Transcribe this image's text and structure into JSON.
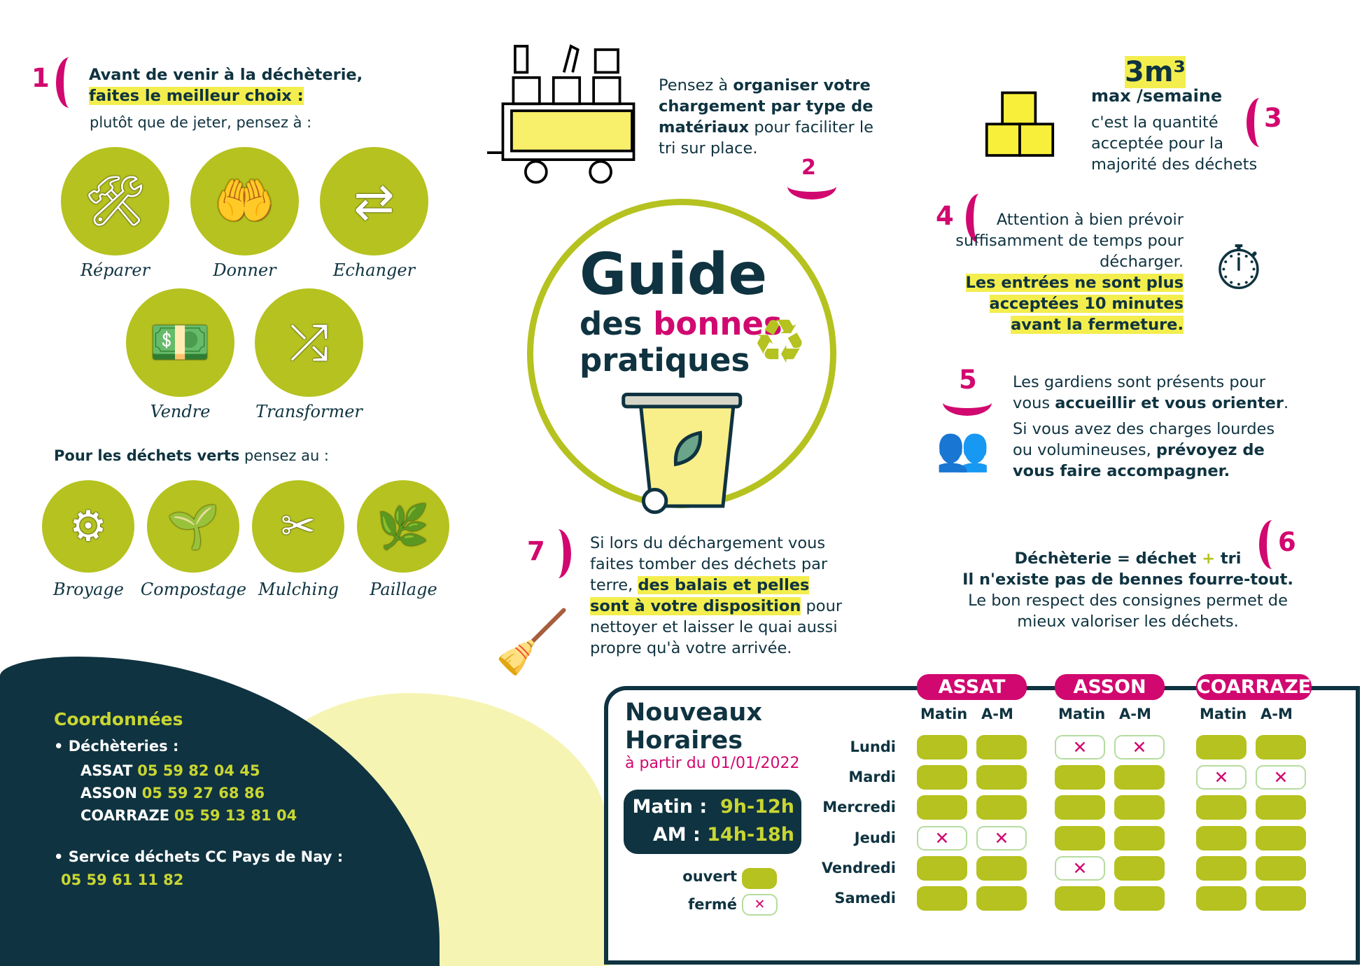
{
  "section1": {
    "number": "1",
    "title_line1": "Avant de venir à la déchèterie,",
    "title_line2": "faites le meilleur choix :",
    "subtitle": "plutôt que de jeter, pensez à  :",
    "options": [
      {
        "label": "Réparer",
        "icon": "tools-icon",
        "glyph": "🛠"
      },
      {
        "label": "Donner",
        "icon": "giving-hands-icon",
        "glyph": "🤲"
      },
      {
        "label": "Echanger",
        "icon": "exchange-icon",
        "glyph": "⇄"
      },
      {
        "label": "Vendre",
        "icon": "sell-money-icon",
        "glyph": "💵"
      },
      {
        "label": "Transformer",
        "icon": "transform-icon",
        "glyph": "⤮"
      }
    ]
  },
  "green_waste": {
    "title_bold": "Pour les déchets verts",
    "title_rest": " pensez au :",
    "options": [
      {
        "label": "Broyage",
        "icon": "shredder-icon",
        "glyph": "⚙"
      },
      {
        "label": "Compostage",
        "icon": "compost-bin-icon",
        "glyph": "🌱"
      },
      {
        "label": "Mulching",
        "icon": "lawn-mower-icon",
        "glyph": "✂"
      },
      {
        "label": "Paillage",
        "icon": "plant-icon",
        "glyph": "🌿"
      }
    ]
  },
  "section2": {
    "number": "2",
    "t1": "Pensez à ",
    "b1": "organiser votre chargement par type de matériaux",
    "t2": " pour faciliter le tri sur place."
  },
  "section3": {
    "number": "3",
    "big": "3m³",
    "bold": "max /semaine",
    "text": "c'est la quantité acceptée pour la majorité des déchets"
  },
  "section4": {
    "number": "4",
    "text": "Attention à bien prévoir suffisamment de temps pour décharger.",
    "highlight": "Les entrées ne sont plus acceptées 10 minutes avant la fermeture."
  },
  "section5": {
    "number": "5",
    "t1": "Les gardiens sont présents pour vous ",
    "b1": "accueillir et vous orienter",
    ".": ".",
    "t2": "Si vous avez des charges lourdes ou volumineuses, ",
    "b2": "prévoyez de vous faire accompagner."
  },
  "section6": {
    "number": "6",
    "title_a": "Déchèterie = déchet ",
    "plus": "+",
    "title_b": " tri",
    "bold": "Il n'existe pas de bennes fourre-tout.",
    "text": "Le bon respect des consignes permet de mieux valoriser les déchets."
  },
  "section7": {
    "number": "7",
    "t1": "Si lors du déchargement vous faites tomber des déchets par terre, ",
    "hl": "des balais et pelles sont à votre disposition",
    "t2": " pour nettoyer et laisser le quai aussi propre qu'à votre arrivée."
  },
  "guide": {
    "line1": "Guide",
    "des": "des ",
    "bonnes": "bonnes",
    "pratiques": "pratiques"
  },
  "contacts": {
    "title": "Coordonnées",
    "dech_label": "• Déchèteries :",
    "sites": [
      {
        "name": "ASSAT",
        "phone": "05 59 82 04 45"
      },
      {
        "name": "ASSON",
        "phone": "05 59 27 68 86"
      },
      {
        "name": "COARRAZE",
        "phone": "05 59 13 81 04"
      }
    ],
    "service_label": "• Service déchets CC Pays de Nay :",
    "service_phone": "05 59 61 11 82"
  },
  "schedule": {
    "title1": "Nouveaux",
    "title2": "Horaires",
    "since": "à partir du 01/01/2022",
    "matin_label": "Matin :",
    "matin_hours": "9h-12h",
    "am_label": "AM :",
    "am_hours": "14h-18h",
    "legend_open": "ouvert",
    "legend_closed": "fermé",
    "closed_mark": "✕",
    "sites": [
      "ASSAT",
      "ASSON",
      "COARRAZE"
    ],
    "cols": [
      "Matin",
      "A-M"
    ],
    "days": [
      "Lundi",
      "Mardi",
      "Mercredi",
      "Jeudi",
      "Vendredi",
      "Samedi"
    ],
    "open": [
      [
        [
          1,
          1
        ],
        [
          0,
          0
        ],
        [
          1,
          1
        ]
      ],
      [
        [
          1,
          1
        ],
        [
          1,
          1
        ],
        [
          0,
          0
        ]
      ],
      [
        [
          1,
          1
        ],
        [
          1,
          1
        ],
        [
          1,
          1
        ]
      ],
      [
        [
          0,
          0
        ],
        [
          1,
          1
        ],
        [
          1,
          1
        ]
      ],
      [
        [
          1,
          1
        ],
        [
          0,
          1
        ],
        [
          1,
          1
        ]
      ],
      [
        [
          1,
          1
        ],
        [
          1,
          1
        ],
        [
          1,
          1
        ]
      ]
    ]
  },
  "colors": {
    "navy": "#0f3340",
    "magenta": "#d1086f",
    "green": "#b5c21f",
    "yellow": "#f3ee4e"
  }
}
